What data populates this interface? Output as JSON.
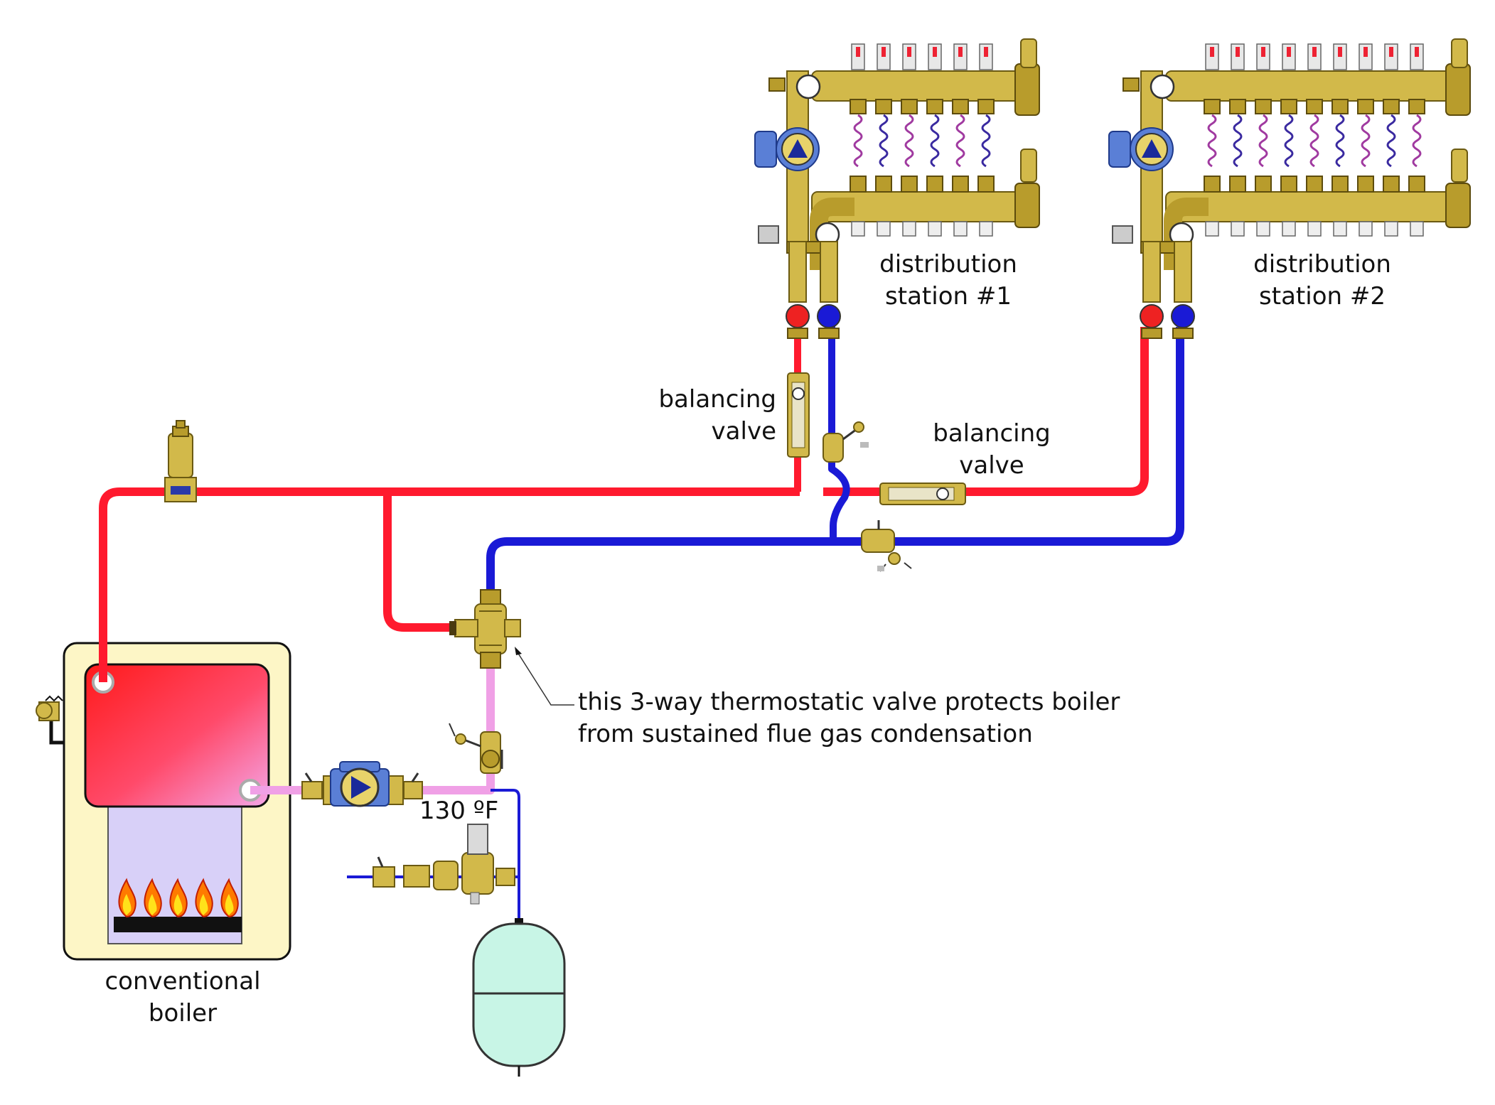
{
  "labels": {
    "station1": [
      "distribution",
      "station #1"
    ],
    "station2": [
      "distribution",
      "station #2"
    ],
    "balancing1": [
      "balancing",
      "valve"
    ],
    "balancing2": [
      "balancing",
      "valve"
    ],
    "boiler": [
      "conventional",
      "boiler"
    ],
    "temperature": "130 ºF",
    "annotation": [
      "this 3-way thermostatic valve protects boiler",
      "from sustained flue gas condensation"
    ]
  },
  "colors": {
    "supply": "#ff1a2e",
    "return": "#1a1ad6",
    "boiler_loop": "#f0a0e6",
    "boiler_cabinet": "#fdf6c6",
    "tank": "#c8f5e6",
    "brass": "#d2b94a"
  },
  "icons": [
    "air-vent-icon",
    "relief-valve-icon",
    "circulator-icon",
    "thermostatic-valve-icon",
    "expansion-tank-icon",
    "burner-flame-icon",
    "manifold-icon",
    "gauge-icon"
  ]
}
